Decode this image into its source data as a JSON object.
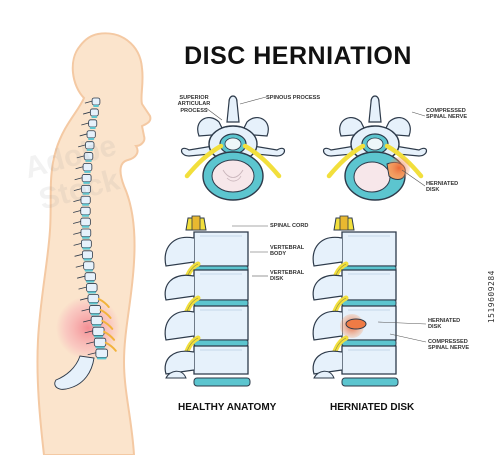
{
  "title": "DISC HERNIATION",
  "labels": {
    "superior_articular": "SUPERIOR ARTICULAR PROCESS",
    "spinous_process": "SPINOUS PROCESS",
    "compressed_nerve_top": "COMPRESSED SPINAL NERVE",
    "herniated_disk_top": "HERNIATED DISK",
    "spinal_cord": "SPINAL CORD",
    "vertebral_body": "VERTEBRAL BODY",
    "vertebral_disk": "VERTEBRAL DISK",
    "herniated_disk_side": "HERNIATED DISK",
    "compressed_nerve_side": "COMPRESSED SPINAL NERVE"
  },
  "captions": {
    "healthy": "HEALTHY ANATOMY",
    "herniated": "HERNIATED DISK"
  },
  "stock_id": "1519609284",
  "stock_watermark": "Adobe Stock",
  "colors": {
    "body": "#fbe4cc",
    "body_outline": "#f4c9a3",
    "bone": "#e6f1fb",
    "bone_outline": "#2d3a4a",
    "disk": "#5cc5cf",
    "nerve": "#f2df3c",
    "highlight": "#f8b2b8",
    "herniation": "#ef7b45"
  }
}
